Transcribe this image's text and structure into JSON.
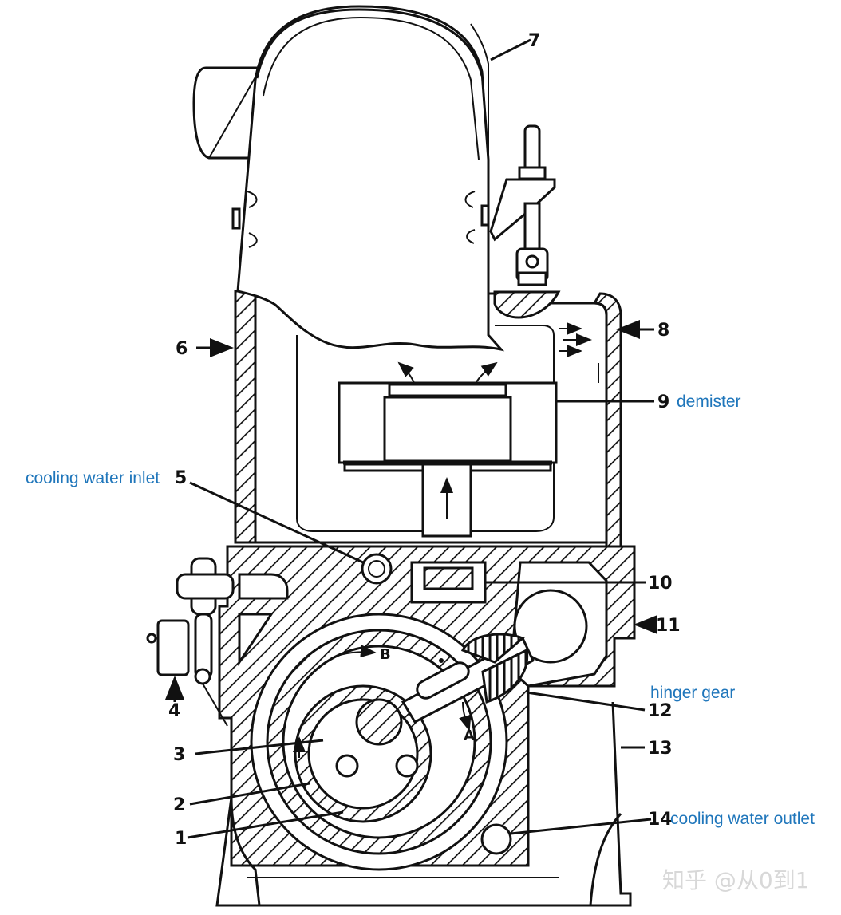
{
  "diagram": {
    "subject": "rotary piston vacuum pump cross-section",
    "callouts": [
      {
        "id": "1",
        "label": "1",
        "note": ""
      },
      {
        "id": "2",
        "label": "2",
        "note": ""
      },
      {
        "id": "3",
        "label": "3",
        "note": ""
      },
      {
        "id": "4",
        "label": "4",
        "note": ""
      },
      {
        "id": "5",
        "label": "5",
        "note": "cooling water inlet"
      },
      {
        "id": "6",
        "label": "6",
        "note": ""
      },
      {
        "id": "7",
        "label": "7",
        "note": ""
      },
      {
        "id": "8",
        "label": "8",
        "note": ""
      },
      {
        "id": "9",
        "label": "9",
        "note": "demister"
      },
      {
        "id": "10",
        "label": "10",
        "note": ""
      },
      {
        "id": "11",
        "label": "11",
        "note": ""
      },
      {
        "id": "12",
        "label": "12",
        "note": "hinger gear"
      },
      {
        "id": "13",
        "label": "13",
        "note": ""
      },
      {
        "id": "14",
        "label": "14",
        "note": "cooling water outlet"
      }
    ],
    "motion_labels": {
      "a": "A",
      "b": "B"
    },
    "watermark": "知乎 @从0到1",
    "colors": {
      "annotation": "#1f76bb",
      "line": "#111111",
      "watermark": "#d8d8d8"
    }
  }
}
